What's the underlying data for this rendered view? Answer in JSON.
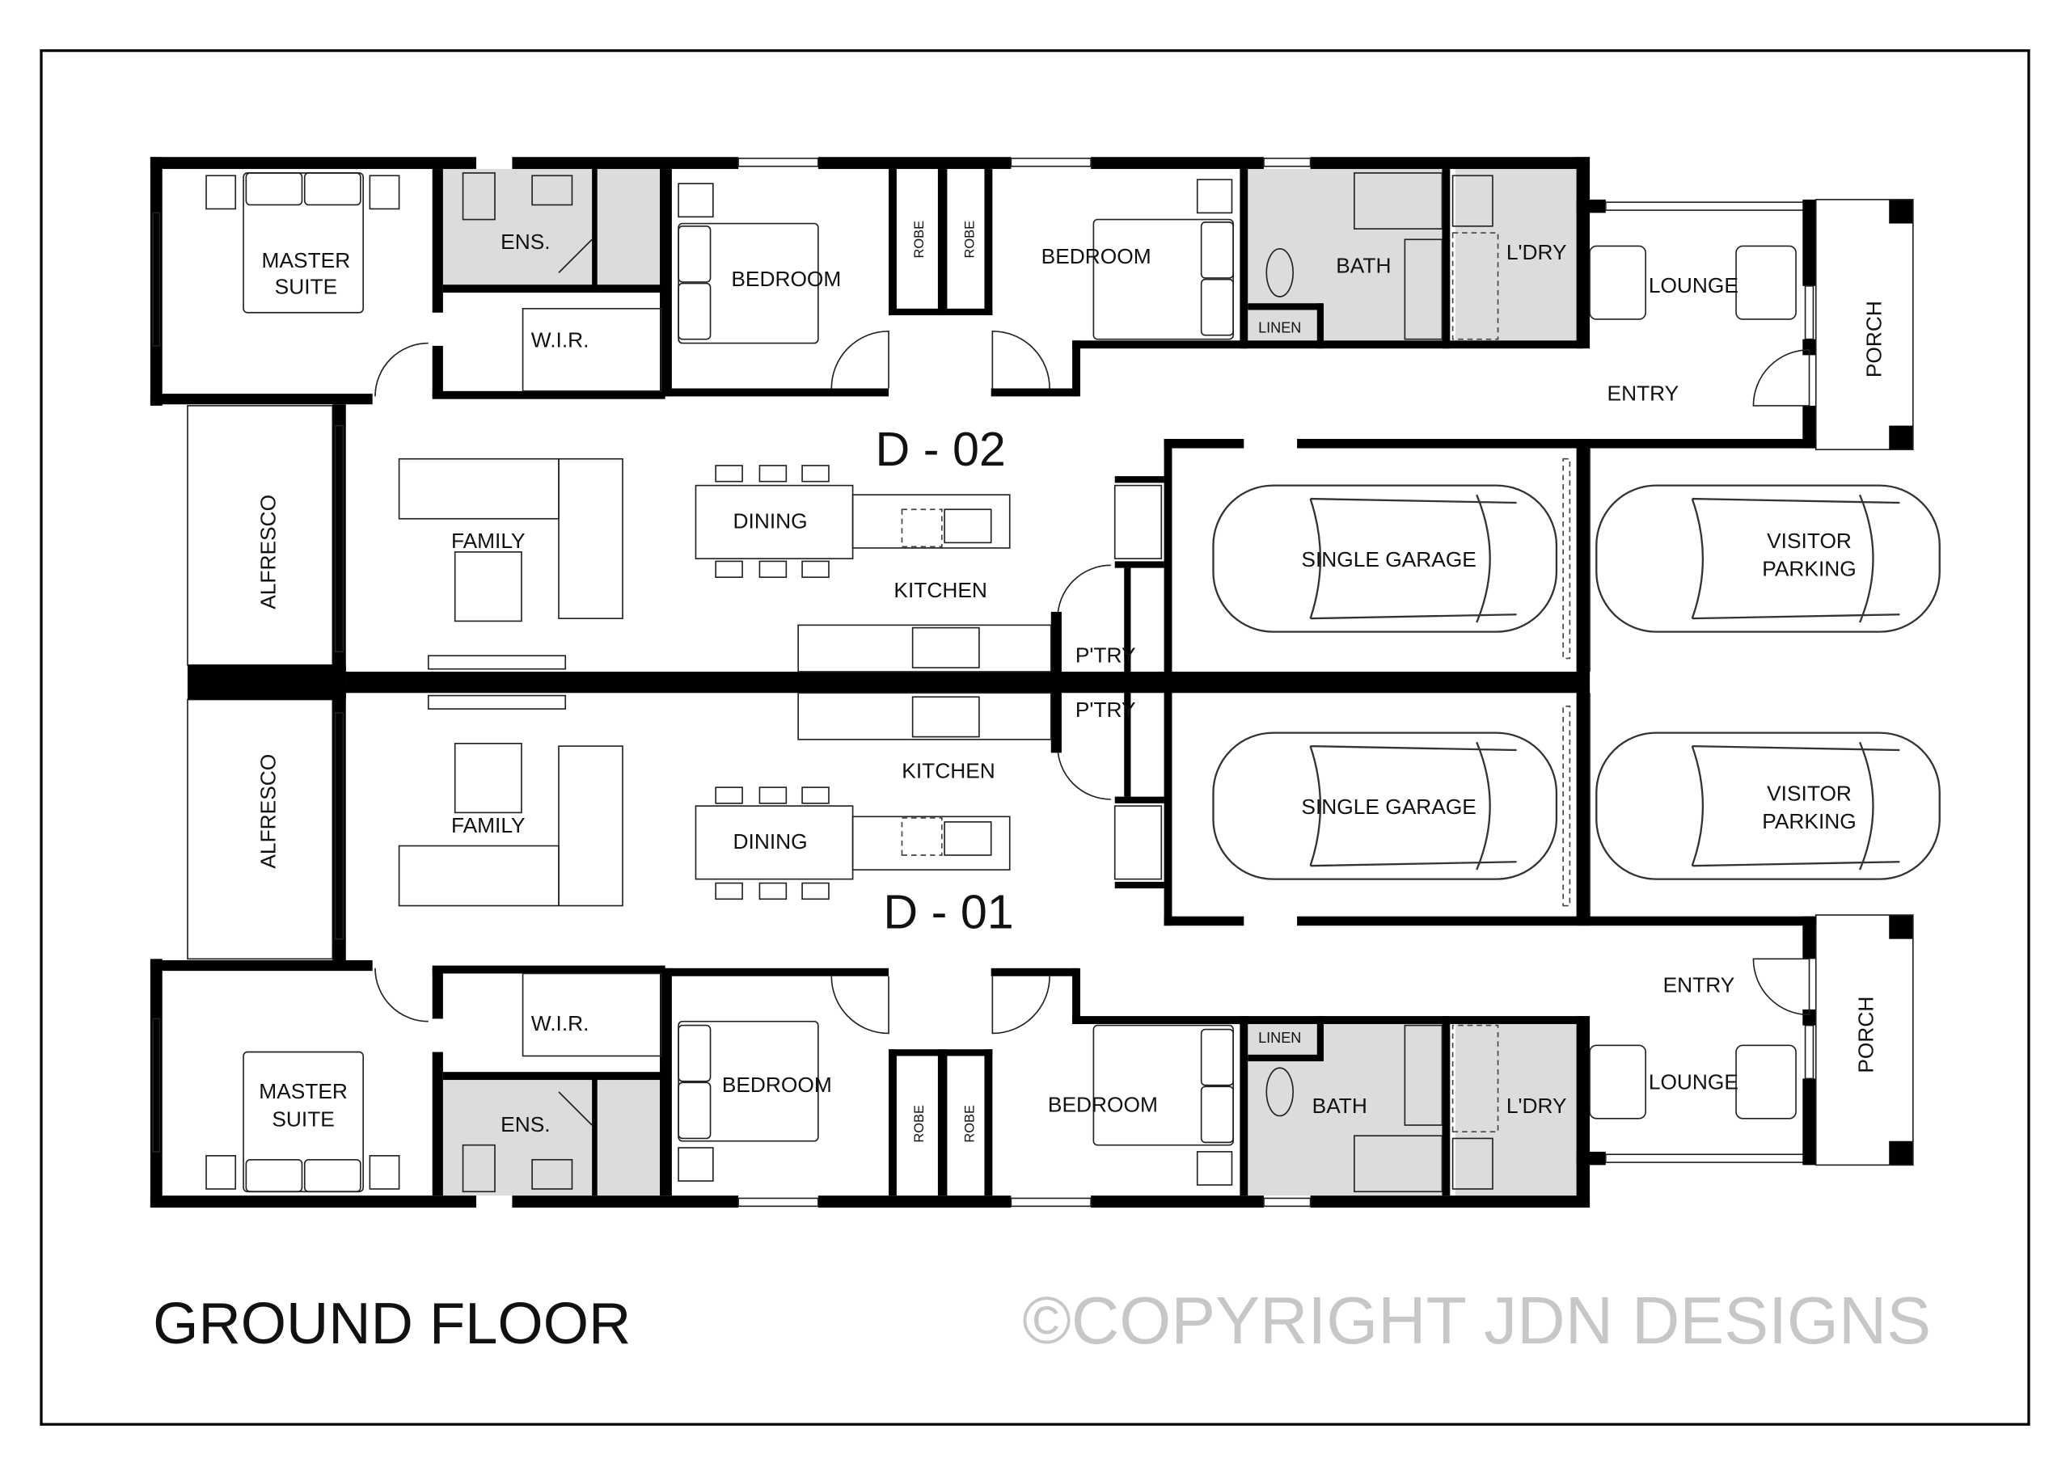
{
  "title": "GROUND FLOOR",
  "watermark": "©COPYRIGHT JDN DESIGNS",
  "units": {
    "d02": {
      "name": "D - 02",
      "rooms": {
        "master": [
          "MASTER",
          "SUITE"
        ],
        "ens": "ENS.",
        "wir": "W.I.R.",
        "bedroom1": "BEDROOM",
        "robe1": "ROBE",
        "robe2": "ROBE",
        "bedroom2": "BEDROOM",
        "bath": "BATH",
        "laundry": "L'DRY",
        "linen": "LINEN",
        "lounge": "LOUNGE",
        "porch": "PORCH",
        "entry": "ENTRY",
        "family": "FAMILY",
        "dining": "DINING",
        "kitchen": "KITCHEN",
        "pantry": "P'TRY",
        "alfresco": "ALFRESCO",
        "garage": "SINGLE GARAGE",
        "visitor": [
          "VISITOR",
          "PARKING"
        ]
      }
    },
    "d01": {
      "name": "D - 01",
      "rooms": {
        "master": [
          "MASTER",
          "SUITE"
        ],
        "ens": "ENS.",
        "wir": "W.I.R.",
        "bedroom1": "BEDROOM",
        "robe1": "ROBE",
        "robe2": "ROBE",
        "bedroom2": "BEDROOM",
        "bath": "BATH",
        "laundry": "L'DRY",
        "linen": "LINEN",
        "lounge": "LOUNGE",
        "porch": "PORCH",
        "entry": "ENTRY",
        "family": "FAMILY",
        "dining": "DINING",
        "kitchen": "KITCHEN",
        "pantry": "P'TRY",
        "alfresco": "ALFRESCO",
        "garage": "SINGLE GARAGE",
        "visitor": [
          "VISITOR",
          "PARKING"
        ]
      }
    }
  }
}
